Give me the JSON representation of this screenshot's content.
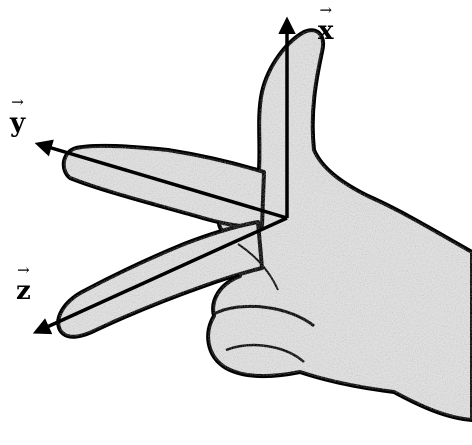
{
  "axes": [
    {
      "id": "x",
      "letter": "x",
      "arrow": "→"
    },
    {
      "id": "y",
      "letter": "y",
      "arrow": "→"
    },
    {
      "id": "z",
      "letter": "z",
      "arrow": "→"
    }
  ],
  "colors": {
    "background": "#ffffff",
    "hand_fill": "#e2e2e2",
    "hand_outline": "#000000",
    "axis_line": "#000000"
  },
  "icons": {
    "hand": "right-hand-rule-icon"
  }
}
